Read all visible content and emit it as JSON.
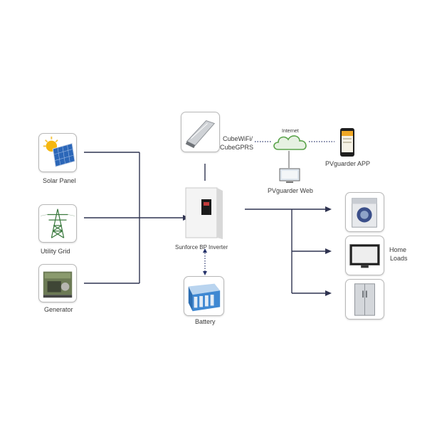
{
  "sources": {
    "solar_panel": "Solar Panel",
    "utility_grid": "Utility Grid",
    "generator": "Generator"
  },
  "inverter": {
    "label": "Sunforce BP Inverter"
  },
  "battery": {
    "label": "Battery"
  },
  "monitoring": {
    "module_line1": "CubeWiFi/",
    "module_line2": "CubeGPRS",
    "internet": "Internet",
    "web": "PVguarder Web",
    "app": "PVguarder APP"
  },
  "loads": {
    "line1": "Home",
    "line2": "Loads"
  },
  "colors": {
    "wire": "#2f3350",
    "dotted": "#27336b",
    "accent": "#1f5f9e"
  }
}
